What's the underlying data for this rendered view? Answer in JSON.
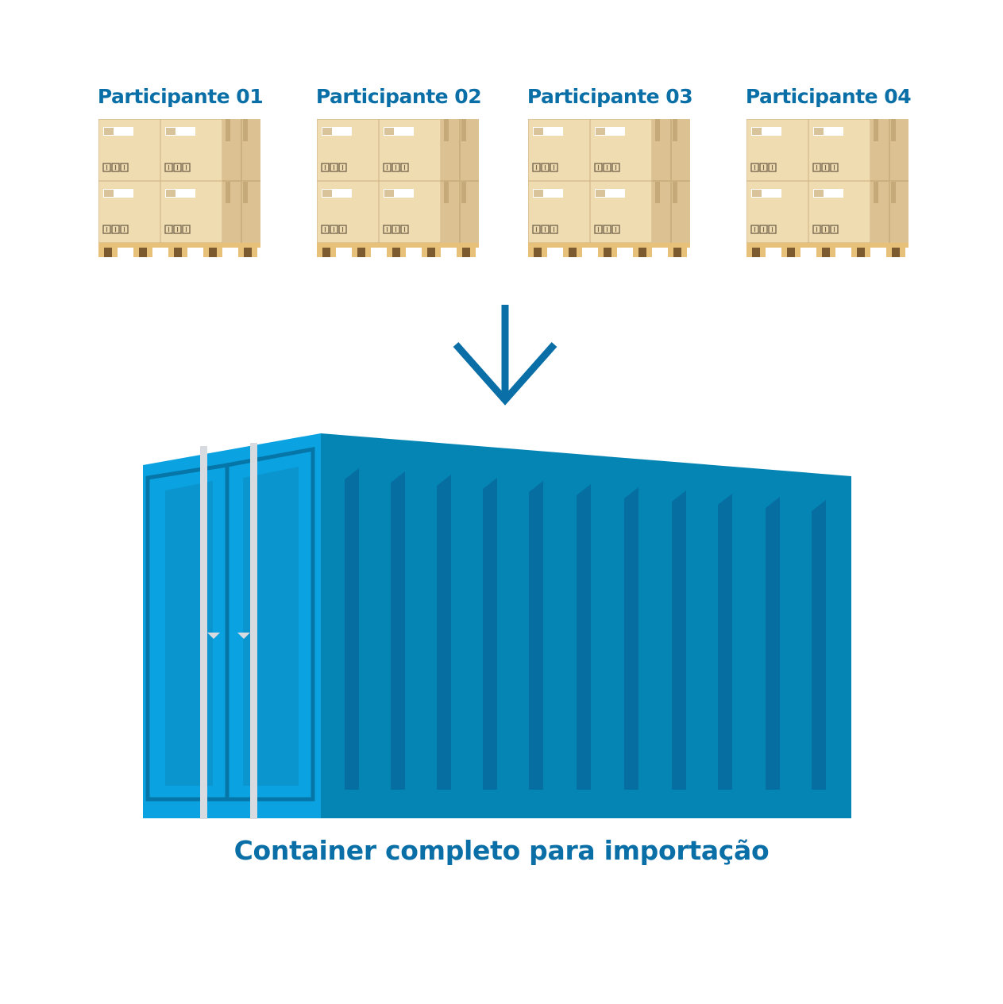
{
  "participants": [
    {
      "label": "Participante 01"
    },
    {
      "label": "Participante 02"
    },
    {
      "label": "Participante 03"
    },
    {
      "label": "Participante 04"
    }
  ],
  "caption": "Container completo para importação",
  "colors": {
    "label_text": "#0a6fa6",
    "box_light": "#efdcb1",
    "box_side": "#dcc293",
    "pallet_wood": "#e7c07a",
    "arrow": "#0a6fa6",
    "container_side": "#0585b4",
    "container_front": "#0aa2e0",
    "container_door_bar": "#d7dbe0"
  },
  "icons": [
    "pallet-boxes-icon",
    "down-arrow-icon",
    "shipping-container-icon"
  ]
}
